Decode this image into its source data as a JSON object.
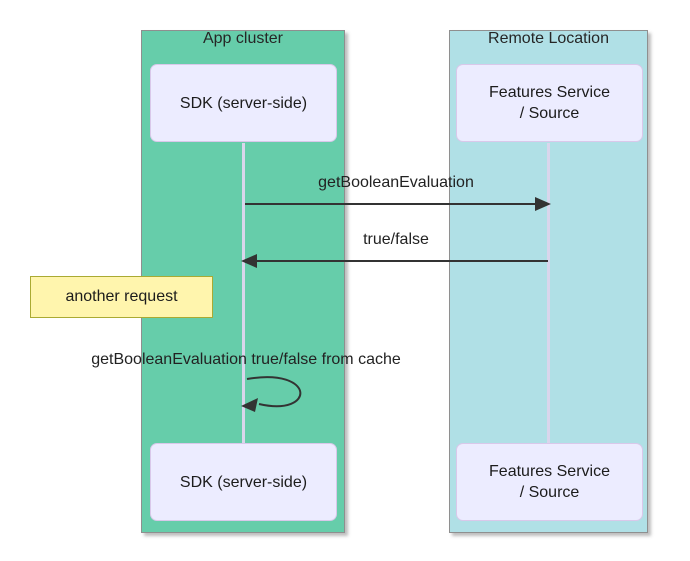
{
  "diagram_type": "sequence-diagram",
  "groups": [
    {
      "label": "App cluster",
      "fill": "#66cdaa"
    },
    {
      "label": "Remote Location",
      "fill": "#b0e0e6"
    }
  ],
  "actors": {
    "sdk": "SDK (server-side)",
    "features": "Features Service\n/ Source"
  },
  "messages": [
    {
      "label": "getBooleanEvaluation",
      "from": "SDK (server-side)",
      "to": "Features Service / Source",
      "direction": "right"
    },
    {
      "label": "true/false",
      "from": "Features Service / Source",
      "to": "SDK (server-side)",
      "direction": "left"
    },
    {
      "label": "getBooleanEvaluation true/false from cache",
      "from": "SDK (server-side)",
      "to": "SDK (server-side)",
      "direction": "self"
    }
  ],
  "note": {
    "label": "another request",
    "position": "left of SDK (server-side)"
  },
  "colors": {
    "app_cluster_fill": "#66cdaa",
    "remote_location_fill": "#b0e0e6",
    "actor_fill": "#ececff",
    "actor_border": "#d9c8ea",
    "note_fill": "#fff5ad",
    "note_border": "#aaaa33",
    "arrow": "#333333",
    "lifeline": "#d9d6ec",
    "text": "#222222",
    "background": "#ffffff"
  }
}
